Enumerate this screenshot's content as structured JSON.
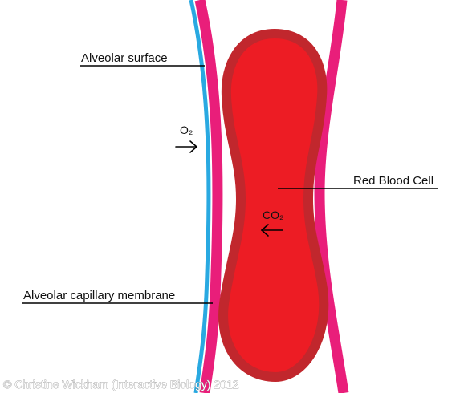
{
  "labels": {
    "alveolar_surface": "Alveolar surface",
    "alveolar_capillary_membrane": "Alveolar capillary membrane",
    "red_blood_cell": "Red Blood Cell"
  },
  "gases": {
    "oxygen": "O₂",
    "carbon_dioxide": "CO₂"
  },
  "watermark": "© Christine Wickham (Interactive Biology) 2012",
  "colors": {
    "capillary_wall": "#e91e7a",
    "alveolar_surface": "#29a9e1",
    "red_blood_cell_fill": "#ed1c24",
    "red_blood_cell_border": "#c1272d",
    "background": "#ffffff"
  }
}
